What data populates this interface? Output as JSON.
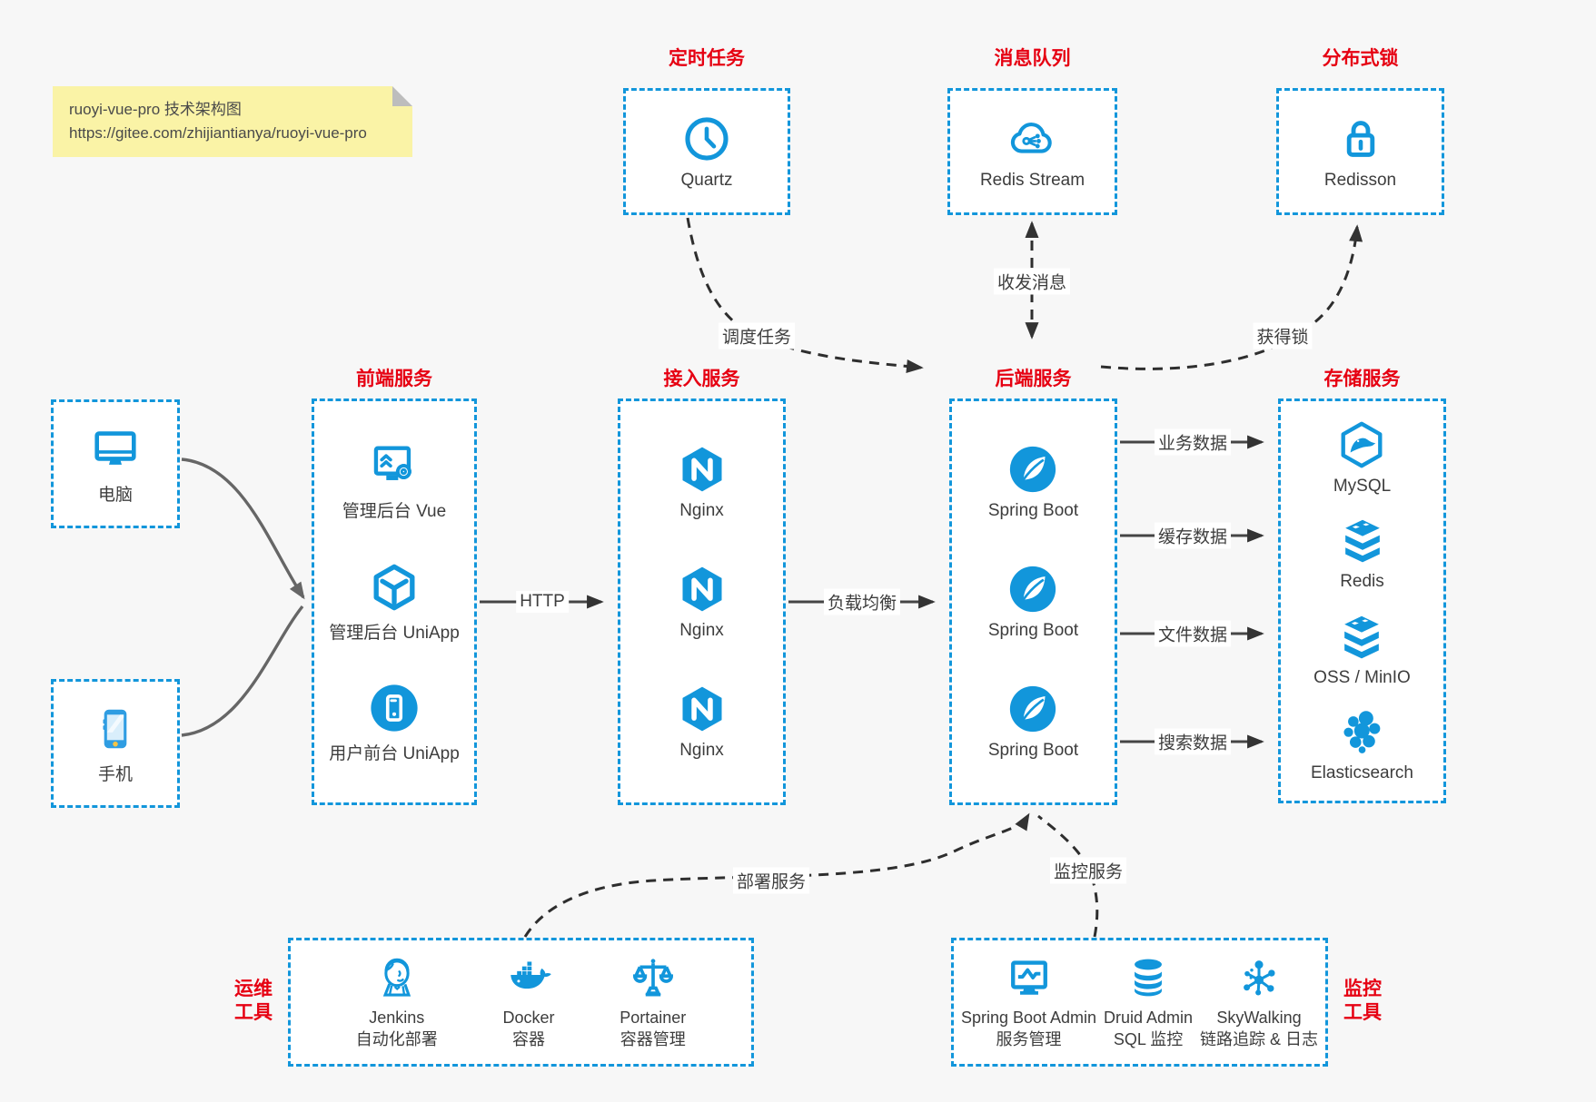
{
  "note": {
    "line1": "ruoyi-vue-pro 技术架构图",
    "line2": "https://gitee.com/zhijiantianya/ruoyi-vue-pro"
  },
  "colors": {
    "accent": "#1296db",
    "title_red": "#e60012"
  },
  "top_sections": [
    {
      "title": "定时任务",
      "items": [
        {
          "icon": "clock-icon",
          "label": "Quartz"
        }
      ]
    },
    {
      "title": "消息队列",
      "items": [
        {
          "icon": "cloud-share-icon",
          "label": "Redis Stream"
        }
      ]
    },
    {
      "title": "分布式锁",
      "items": [
        {
          "icon": "lock-icon",
          "label": "Redisson"
        }
      ]
    }
  ],
  "clients": [
    {
      "icon": "desktop-icon",
      "label": "电脑"
    },
    {
      "icon": "phone-icon",
      "label": "手机"
    }
  ],
  "columns": [
    {
      "title": "前端服务",
      "items": [
        {
          "icon": "admin-vue-icon",
          "label": "管理后台 Vue"
        },
        {
          "icon": "uniapp-cube-icon",
          "label": "管理后台 UniApp"
        },
        {
          "icon": "uniapp-user-icon",
          "label": "用户前台 UniApp"
        }
      ]
    },
    {
      "title": "接入服务",
      "items": [
        {
          "icon": "nginx-icon",
          "label": "Nginx"
        },
        {
          "icon": "nginx-icon",
          "label": "Nginx"
        },
        {
          "icon": "nginx-icon",
          "label": "Nginx"
        }
      ]
    },
    {
      "title": "后端服务",
      "items": [
        {
          "icon": "spring-icon",
          "label": "Spring Boot"
        },
        {
          "icon": "spring-icon",
          "label": "Spring Boot"
        },
        {
          "icon": "spring-icon",
          "label": "Spring Boot"
        }
      ]
    },
    {
      "title": "存储服务",
      "items": [
        {
          "icon": "mysql-icon",
          "label": "MySQL"
        },
        {
          "icon": "redis-stack-icon",
          "label": "Redis"
        },
        {
          "icon": "redis-stack-icon",
          "label": "OSS / MinIO"
        },
        {
          "icon": "elasticsearch-icon",
          "label": "Elasticsearch"
        }
      ]
    }
  ],
  "bottom_sections": [
    {
      "title_line1": "运维",
      "title_line2": "工具",
      "items": [
        {
          "icon": "jenkins-icon",
          "label": "Jenkins",
          "sublabel": "自动化部署"
        },
        {
          "icon": "docker-icon",
          "label": "Docker",
          "sublabel": "容器"
        },
        {
          "icon": "portainer-icon",
          "label": "Portainer",
          "sublabel": "容器管理"
        }
      ]
    },
    {
      "title_line1": "监控",
      "title_line2": "工具",
      "items": [
        {
          "icon": "spring-admin-icon",
          "label": "Spring Boot Admin",
          "sublabel": "服务管理"
        },
        {
          "icon": "druid-icon",
          "label": "Druid Admin",
          "sublabel": "SQL 监控"
        },
        {
          "icon": "skywalking-icon",
          "label": "SkyWalking",
          "sublabel": "链路追踪 & 日志"
        }
      ]
    }
  ],
  "edges": {
    "http": "HTTP",
    "load_balance": "负载均衡",
    "business": "业务数据",
    "cache": "缓存数据",
    "file": "文件数据",
    "search": "搜索数据",
    "schedule": "调度任务",
    "message": "收发消息",
    "lock": "获得锁",
    "deploy": "部署服务",
    "monitor": "监控服务"
  }
}
